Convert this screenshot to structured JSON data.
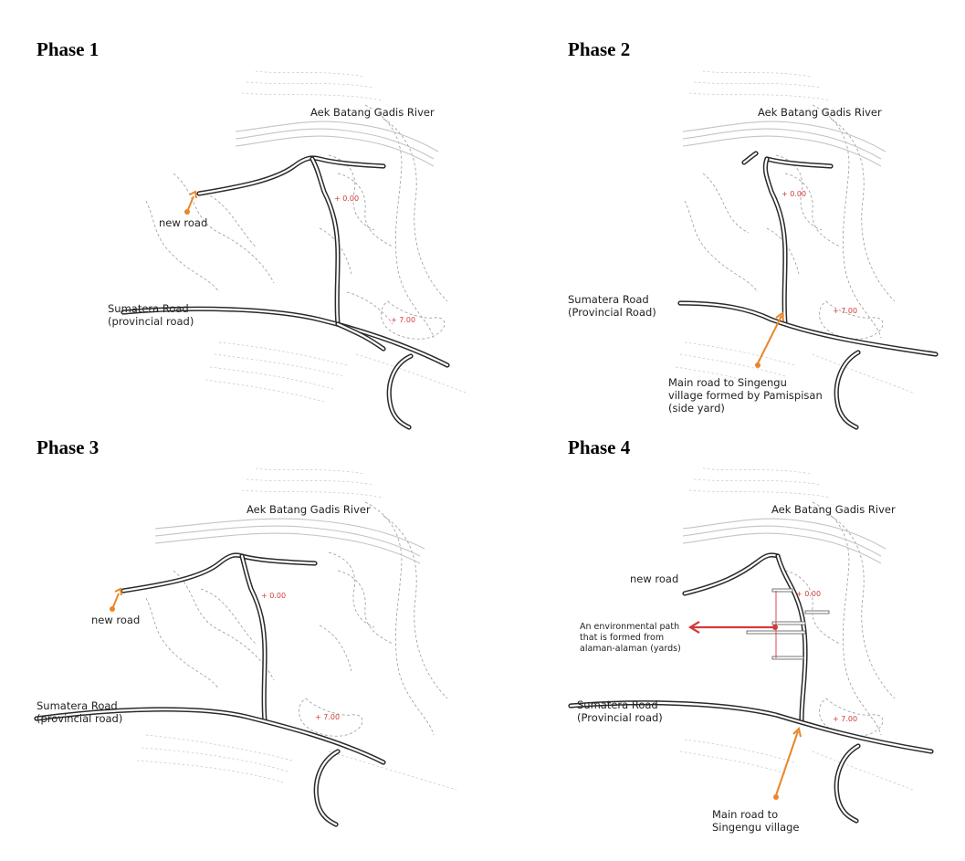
{
  "phases": [
    {
      "title": "Phase 1",
      "river_label": "Aek Batang Gadis River",
      "new_road_label": "new road",
      "sumatera_label_1": "Sumatera Road",
      "sumatera_label_2": "(provincial road)",
      "elev_1": "+ 0.00",
      "elev_2": "+ 7.00"
    },
    {
      "title": "Phase 2",
      "river_label": "Aek Batang Gadis River",
      "sumatera_label_1": "Sumatera Road",
      "sumatera_label_2": "(Provincial Road)",
      "main_road_lines": [
        "Main road to Singengu",
        "village formed by Pamispisan",
        "(side yard)"
      ],
      "elev_1": "+ 0.00",
      "elev_2": "+ 7.00"
    },
    {
      "title": "Phase 3",
      "river_label": "Aek Batang Gadis River",
      "new_road_label": "new road",
      "sumatera_label_1": "Sumatera Road",
      "sumatera_label_2": "(provincial road)",
      "elev_1": "+ 0.00",
      "elev_2": "+ 7.00"
    },
    {
      "title": "Phase 4",
      "river_label": "Aek Batang Gadis River",
      "new_road_label": "new road",
      "sumatera_label_1": "Sumatera Road",
      "sumatera_label_2": "(Provincial road)",
      "env_path_lines": [
        "An environmental path",
        "that is formed from",
        "alaman-alaman (yards)"
      ],
      "main_road_lines": [
        "Main road to",
        "Singengu village"
      ],
      "elev_1": "+ 0.00",
      "elev_2": "+ 7.00"
    }
  ],
  "colors": {
    "arrow_orange": "#e8862a",
    "arrow_red": "#d23b3b",
    "road": "#2a2a2a",
    "contour": "#9a9a9a"
  }
}
